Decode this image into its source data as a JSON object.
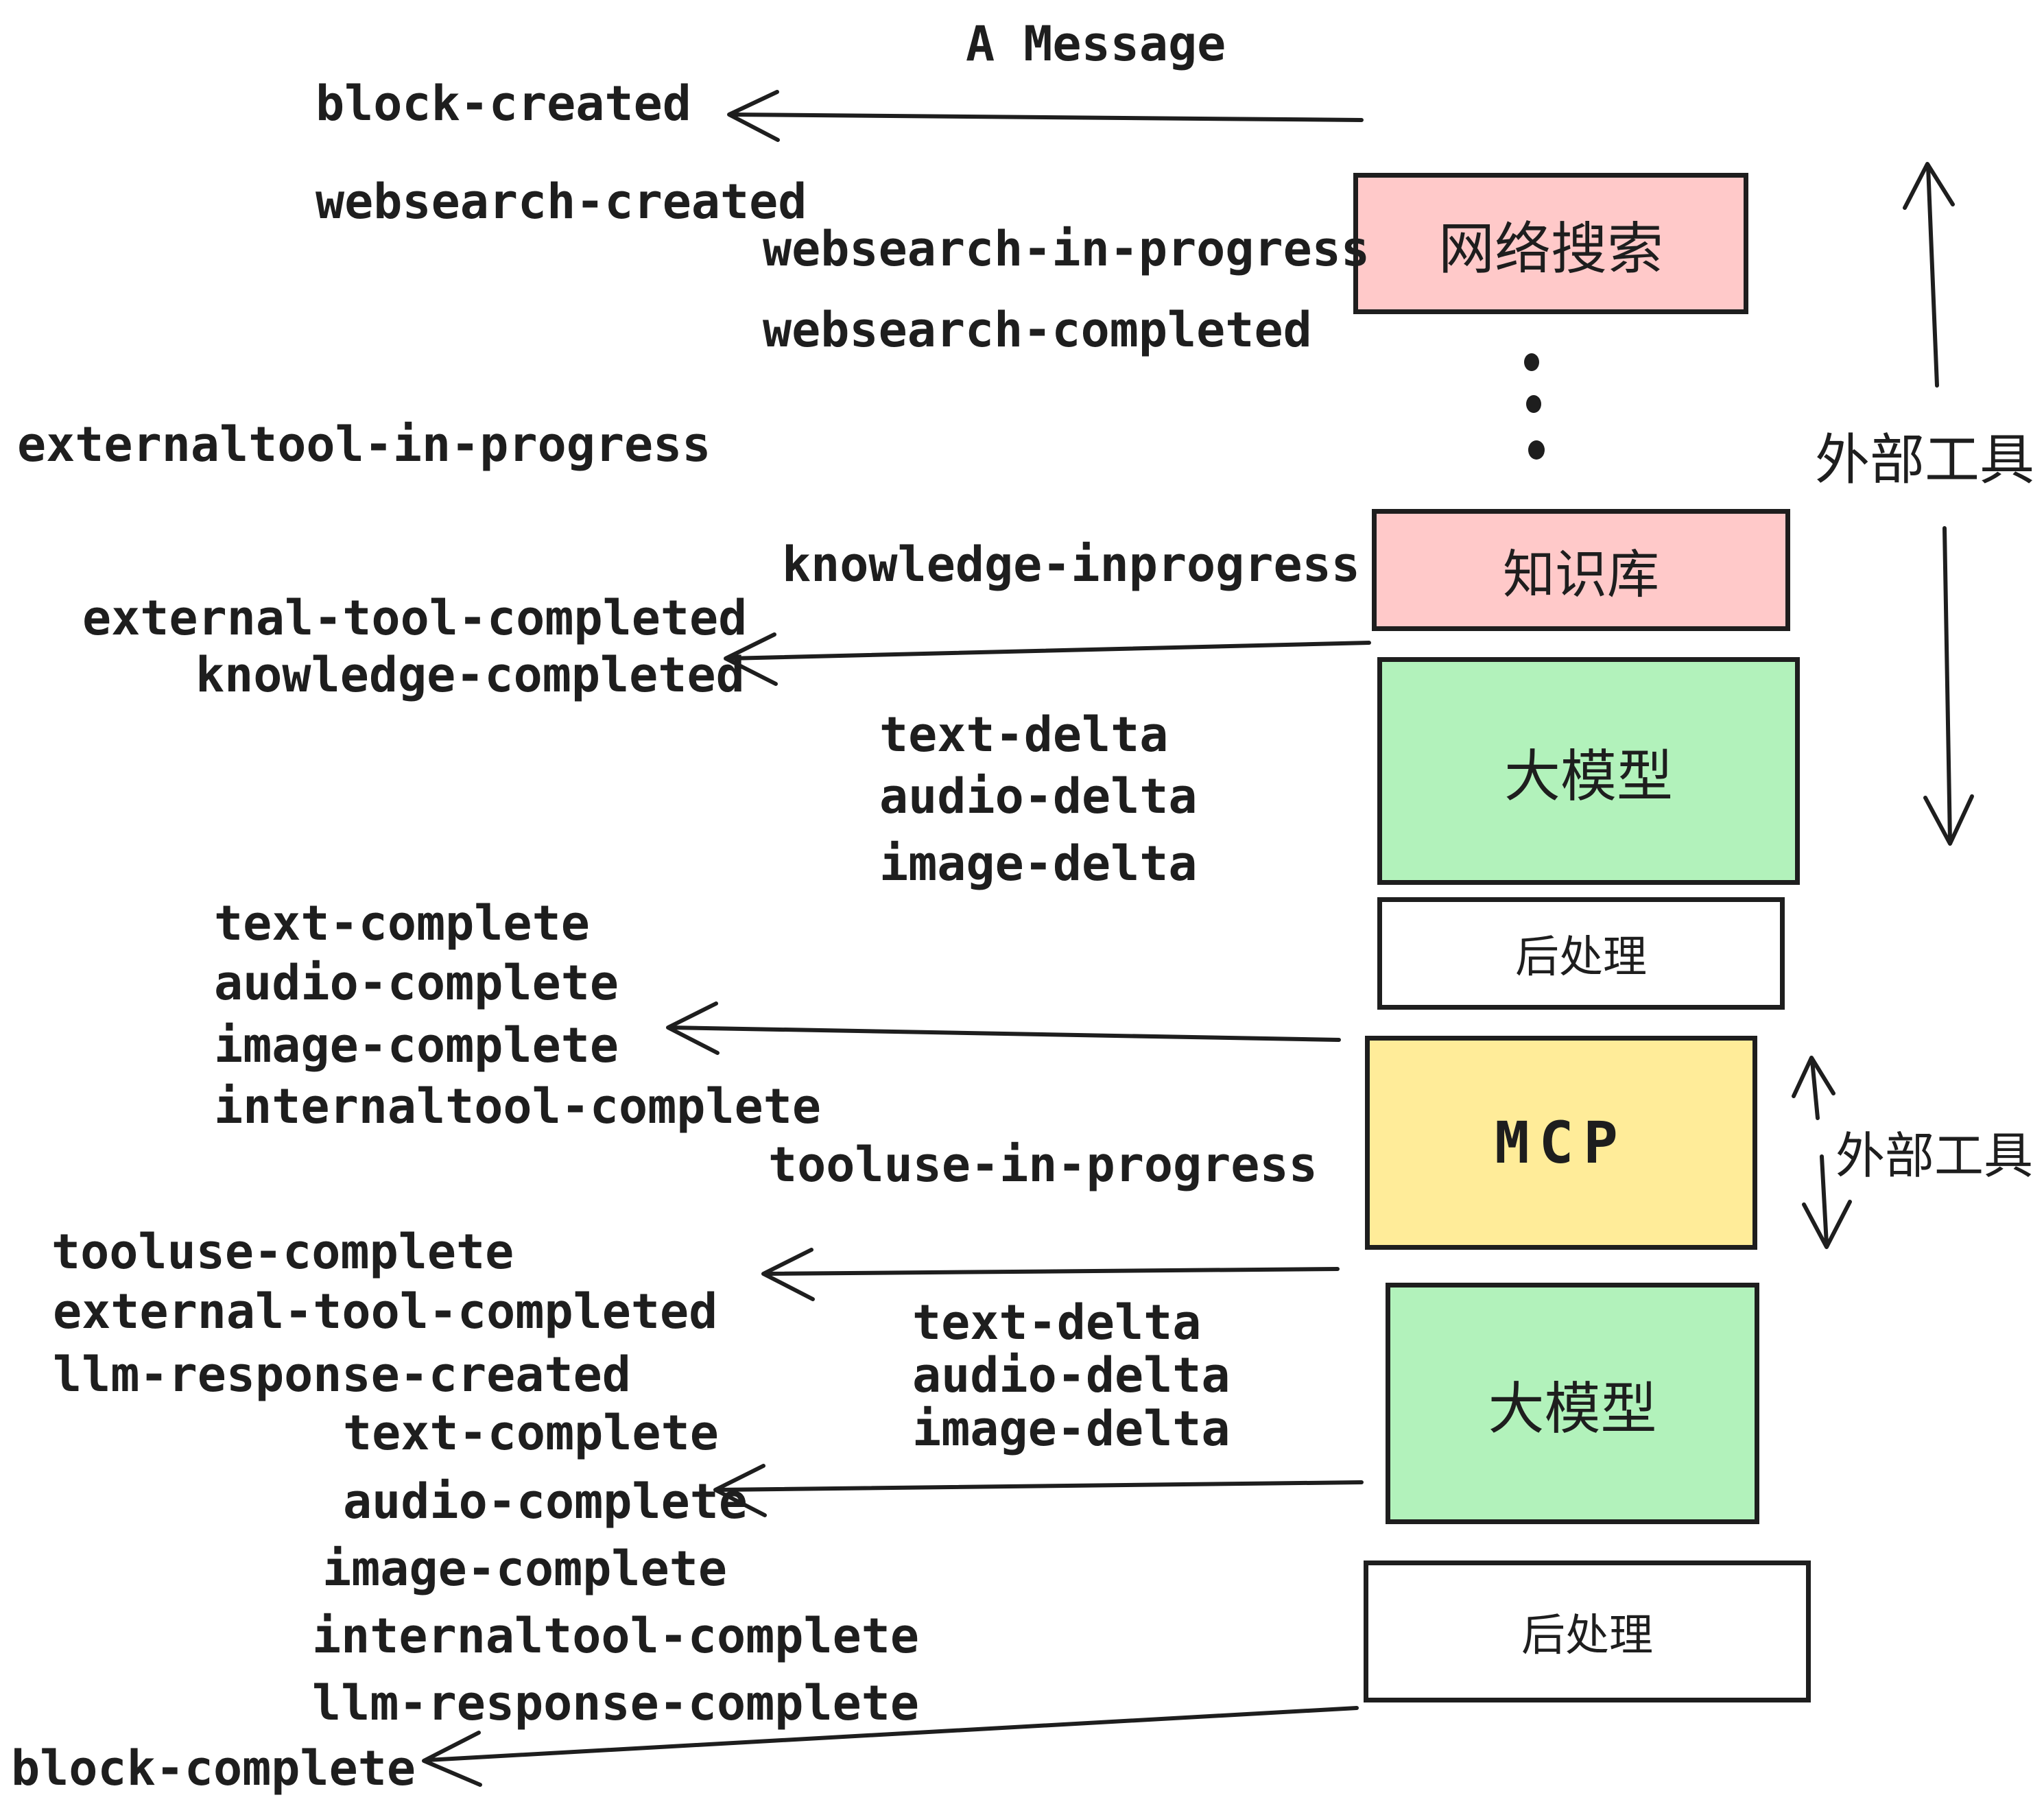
{
  "title": "A Message",
  "colors": {
    "pink": "#ffc9c9",
    "green": "#b2f2bb",
    "yellow": "#ffec99",
    "white": "#ffffff",
    "stroke": "#1e1e1e"
  },
  "boxes": [
    {
      "id": "websearch",
      "label": "网络搜索",
      "color": "pink"
    },
    {
      "id": "knowledge",
      "label": "知识库",
      "color": "pink"
    },
    {
      "id": "llm-1",
      "label": "大模型",
      "color": "green"
    },
    {
      "id": "postprocess-1",
      "label": "后处理",
      "color": "white"
    },
    {
      "id": "mcp",
      "label": "MCP",
      "color": "yellow"
    },
    {
      "id": "llm-2",
      "label": "大模型",
      "color": "green"
    },
    {
      "id": "postprocess-2",
      "label": "后处理",
      "color": "white"
    }
  ],
  "side_labels": [
    {
      "label": "外部工具"
    },
    {
      "label": "外部工具"
    }
  ],
  "events": [
    {
      "text": "block-created"
    },
    {
      "text": "websearch-created"
    },
    {
      "text": "websearch-in-progress"
    },
    {
      "text": "websearch-completed"
    },
    {
      "text": "externaltool-in-progress"
    },
    {
      "text": "knowledge-inprogress"
    },
    {
      "text": "external-tool-completed"
    },
    {
      "text": "knowledge-completed"
    },
    {
      "text": "text-delta"
    },
    {
      "text": "audio-delta"
    },
    {
      "text": "image-delta"
    },
    {
      "text": "text-complete"
    },
    {
      "text": "audio-complete"
    },
    {
      "text": "image-complete"
    },
    {
      "text": "internaltool-complete"
    },
    {
      "text": "tooluse-in-progress"
    },
    {
      "text": "tooluse-complete"
    },
    {
      "text": "external-tool-completed"
    },
    {
      "text": "llm-response-created"
    },
    {
      "text": "text-delta"
    },
    {
      "text": "audio-delta"
    },
    {
      "text": "image-delta"
    },
    {
      "text": "text-complete"
    },
    {
      "text": "audio-complete"
    },
    {
      "text": "image-complete"
    },
    {
      "text": "internaltool-complete"
    },
    {
      "text": "llm-response-complete"
    },
    {
      "text": "block-complete"
    }
  ]
}
